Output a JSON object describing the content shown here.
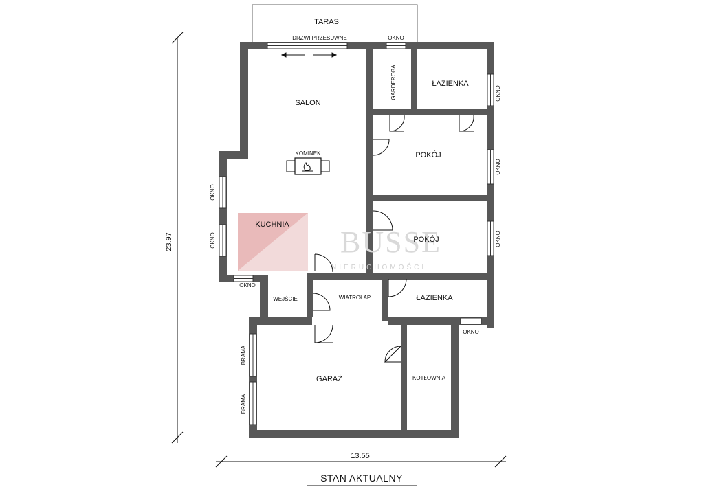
{
  "plan": {
    "title": "STAN AKTUALNY",
    "dim_horizontal": "13.55",
    "dim_vertical": "23.97",
    "rooms": {
      "taras": "TARAS",
      "salon": "SALON",
      "kominek": "KOMINEK",
      "kuchnia": "KUCHNIA",
      "garderoba": "GARDEROBA",
      "lazienka_top": "ŁAZIENKA",
      "pokoj_1": "POKÓJ",
      "pokoj_2": "POKÓJ",
      "wejscie": "WEJŚCIE",
      "wiatrolap": "WIATROŁAP",
      "lazienka_bottom": "ŁAZIENKA",
      "garaz": "GARAŻ",
      "kotlownia": "KOTŁOWNIA"
    },
    "openings": {
      "drzwi_przesuwne": "DRZWI PRZESUWNE",
      "okno": "OKNO",
      "brama": "BRAMA"
    },
    "watermark": {
      "name": "BUSSE",
      "subtitle": "NIERUCHOMOŚCI"
    }
  },
  "colors": {
    "wall": "#585858",
    "line": "#111111",
    "watermark_red": "#e8b4b4"
  }
}
